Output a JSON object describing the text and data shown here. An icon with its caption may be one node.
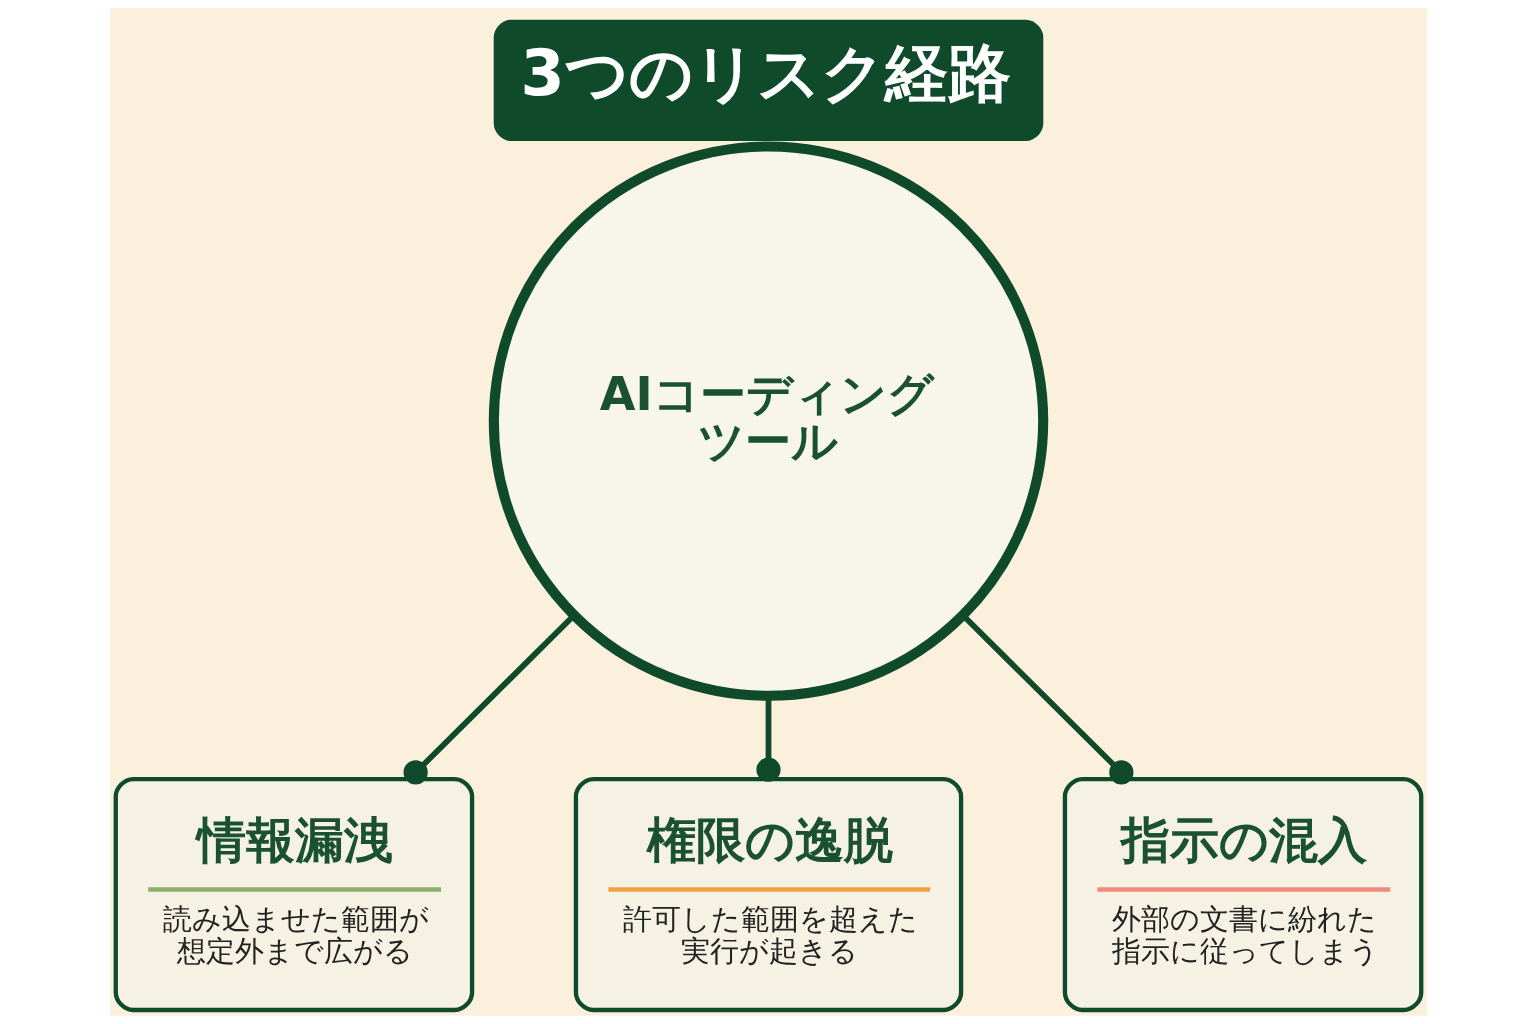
{
  "diagram": {
    "title": "3つのリスク経路",
    "nodes": [
      {
        "text": [
          "AIコーディングツール"
        ]
      },
      {
        "text": [
          "情報漏洩",
          "読み込ませた範囲が想定外まで広がる"
        ]
      },
      {
        "text": [
          "権限の逸脱",
          "許可した範囲を超えた実行が起きる"
        ]
      },
      {
        "text": [
          "指示の混入",
          "外部の文書に紛れた指示に従ってしまう"
        ]
      }
    ],
    "edges": [
      {
        "from": 0,
        "to": 1,
        "arrow": "other"
      },
      {
        "from": 0,
        "to": 2,
        "arrow": "other"
      },
      {
        "from": 0,
        "to": 3,
        "arrow": "other"
      }
    ]
  }
}
